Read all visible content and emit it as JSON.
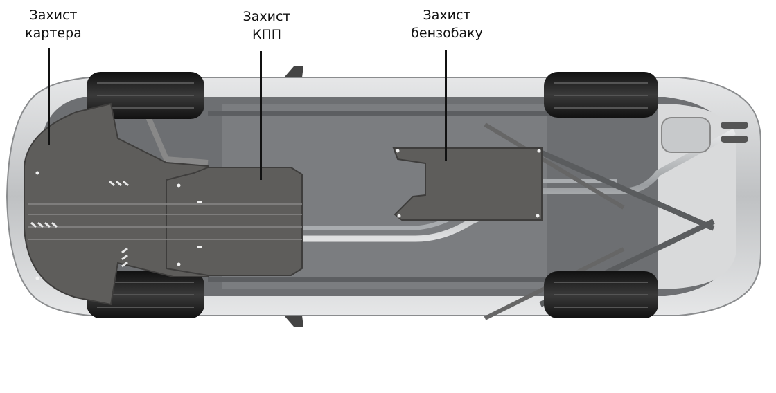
{
  "labels": {
    "crankcase": {
      "line1": "Захист",
      "line2": "картера"
    },
    "gearbox": {
      "line1": "Захист",
      "line2": "КПП"
    },
    "fuel_tank": {
      "line1": "Захист",
      "line2": "бензобаку"
    }
  },
  "colors": {
    "plate": "#5e5d5b",
    "underbody": "#6f7174",
    "body_shell": "#c9cbcd",
    "tire": "#1c1c1c",
    "exhaust": "#b9bcbf"
  }
}
